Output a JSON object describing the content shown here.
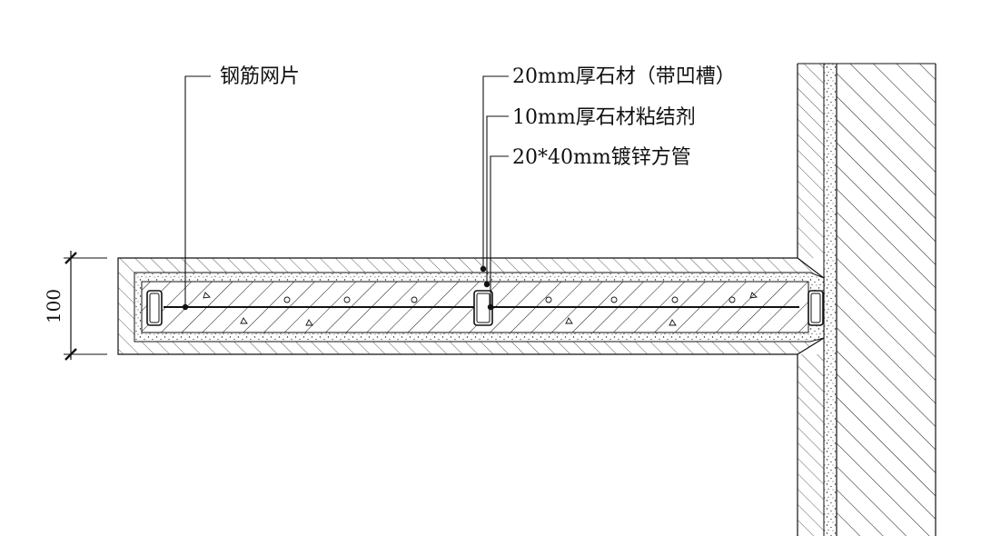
{
  "labels": {
    "mesh": "钢筋网片",
    "stone": "20mm厚石材（带凹槽）",
    "adhesive": "10mm厚石材粘结剂",
    "tube": "20*40mm镀锌方管"
  },
  "dimension": {
    "value": "100"
  },
  "colors": {
    "line": "#111111",
    "background": "#ffffff"
  }
}
